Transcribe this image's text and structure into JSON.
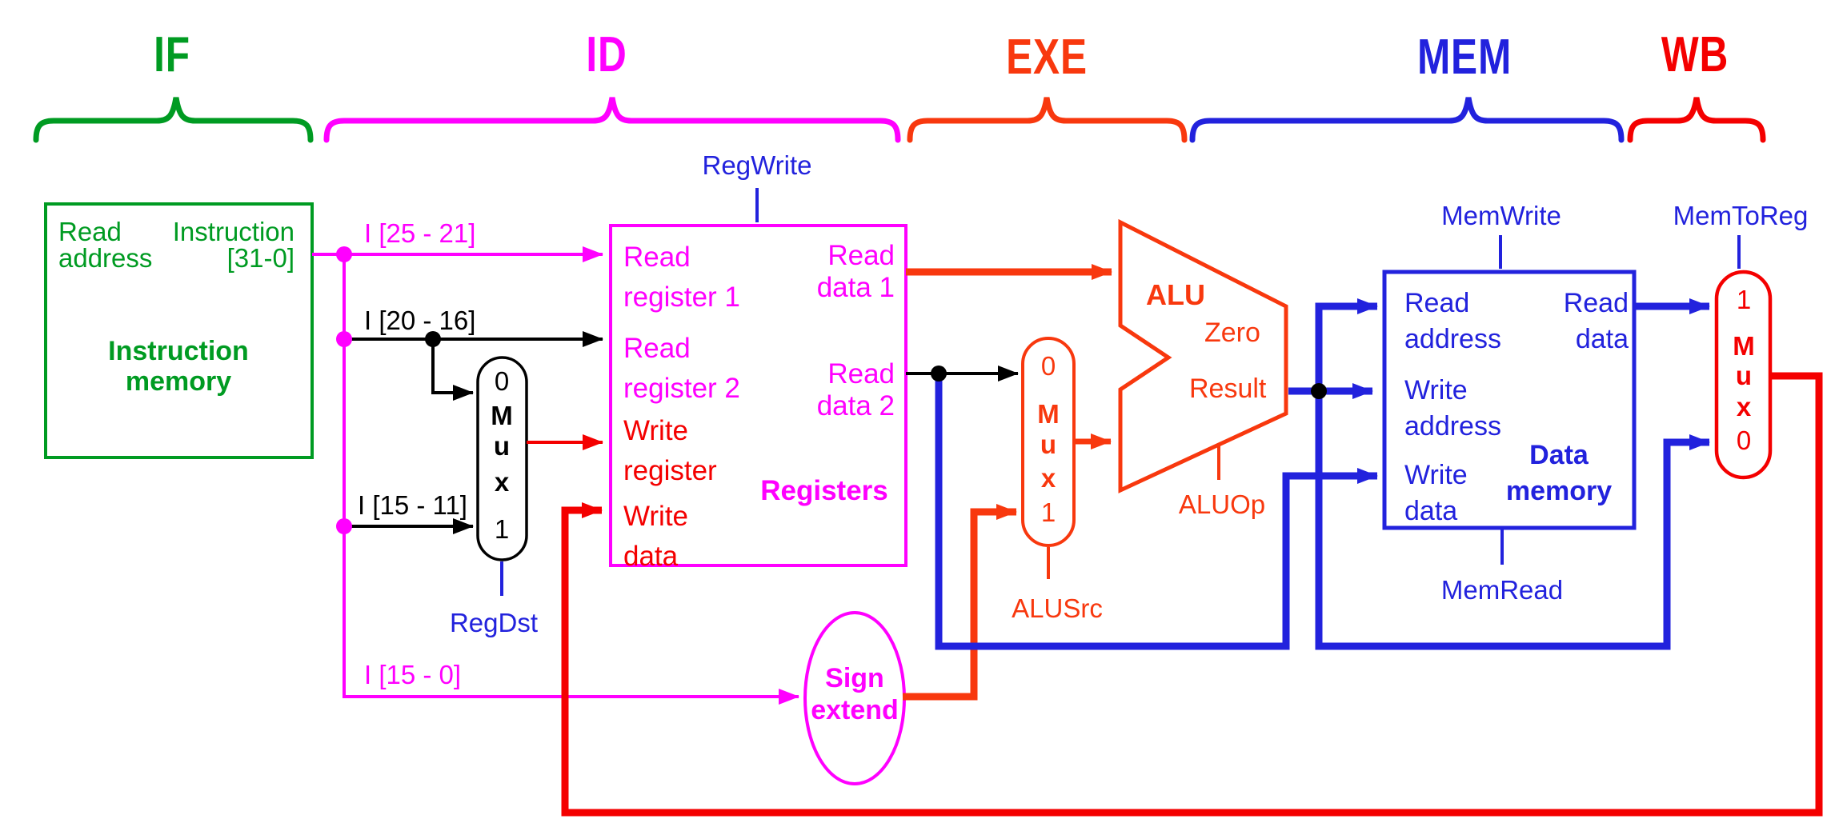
{
  "stages": {
    "if": {
      "label": "IF",
      "color": "#009B22"
    },
    "id": {
      "label": "ID",
      "color": "#FF00FF"
    },
    "exe": {
      "label": "EXE",
      "color": "#F8380E"
    },
    "mem": {
      "label": "MEM",
      "color": "#2222DD"
    },
    "wb": {
      "label": "WB",
      "color": "#F40000"
    }
  },
  "instruction_memory": {
    "title": "Instruction\nmemory",
    "read_address": "Read\naddress",
    "instruction_out": "Instruction\n[31-0]"
  },
  "registers": {
    "title": "Registers",
    "read_register_1": "Read\nregister 1",
    "read_register_2": "Read\nregister 2",
    "write_register": "Write\nregister",
    "write_data": "Write\ndata",
    "read_data_1": "Read\ndata 1",
    "read_data_2": "Read\ndata 2"
  },
  "data_memory": {
    "title": "Data\nmemory",
    "read_address": "Read\naddress",
    "write_address": "Write\naddress",
    "write_data": "Write\ndata",
    "read_data": "Read\ndata"
  },
  "alu": {
    "title": "ALU",
    "zero": "Zero",
    "result": "Result"
  },
  "sign_extend": {
    "label": "Sign\nextend"
  },
  "muxes": {
    "regdst": {
      "items": [
        "0",
        "M",
        "u",
        "x",
        "1"
      ]
    },
    "alusrc": {
      "items": [
        "0",
        "M",
        "u",
        "x",
        "1"
      ]
    },
    "memtoreg": {
      "items": [
        "1",
        "M",
        "u",
        "x",
        "0"
      ]
    }
  },
  "control_signals": {
    "regwrite": "RegWrite",
    "regdst": "RegDst",
    "alusrc": "ALUSrc",
    "aluop": "ALUOp",
    "memwrite": "MemWrite",
    "memread": "MemRead",
    "memtoreg": "MemToReg"
  },
  "instruction_fields": {
    "i_25_21": "I [25 - 21]",
    "i_20_16": "I [20 - 16]",
    "i_15_11": "I [15 - 11]",
    "i_15_0": "I [15 - 0]"
  },
  "colors": {
    "if_green": "#009B22",
    "id_magenta": "#FF00FF",
    "exe_orange_red": "#F8380E",
    "mem_blue": "#2222DD",
    "wb_red": "#F40000",
    "wire_black": "#000000"
  }
}
